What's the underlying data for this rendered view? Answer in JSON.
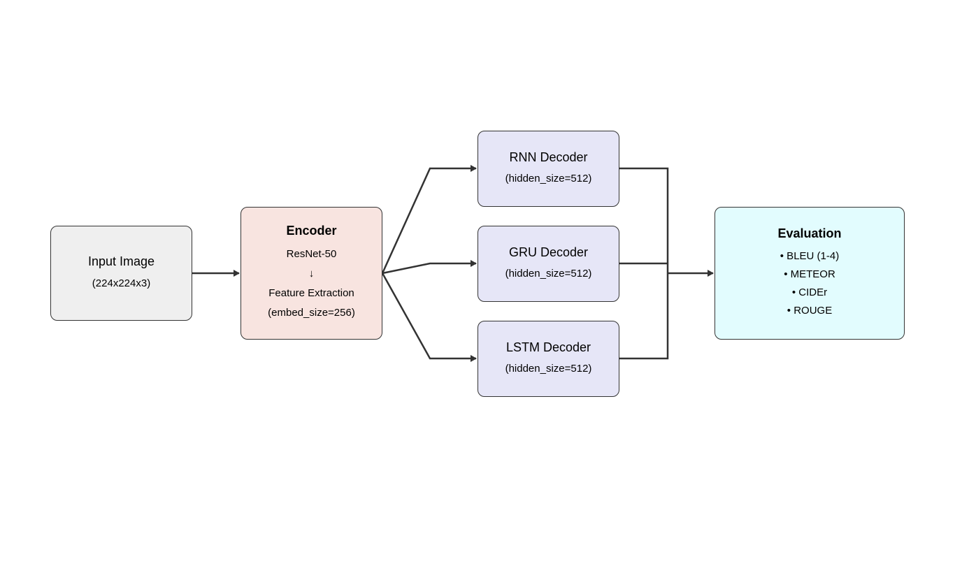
{
  "colors": {
    "input_fill": "#efefef",
    "encoder_fill": "#f8e4e0",
    "decoder_fill": "#e6e6f7",
    "evaluation_fill": "#e2fcfe",
    "stroke": "#333333"
  },
  "nodes": {
    "input": {
      "title": "Input Image",
      "detail": "(224x224x3)"
    },
    "encoder": {
      "title": "Encoder",
      "backbone": "ResNet-50",
      "arrow": "↓",
      "step": "Feature Extraction",
      "detail": "(embed_size=256)"
    },
    "rnn": {
      "title": "RNN Decoder",
      "detail": "(hidden_size=512)"
    },
    "gru": {
      "title": "GRU Decoder",
      "detail": "(hidden_size=512)"
    },
    "lstm": {
      "title": "LSTM Decoder",
      "detail": "(hidden_size=512)"
    },
    "evaluation": {
      "title": "Evaluation",
      "metrics": [
        "• BLEU (1-4)",
        "• METEOR",
        "• CIDEr",
        "• ROUGE"
      ]
    }
  }
}
